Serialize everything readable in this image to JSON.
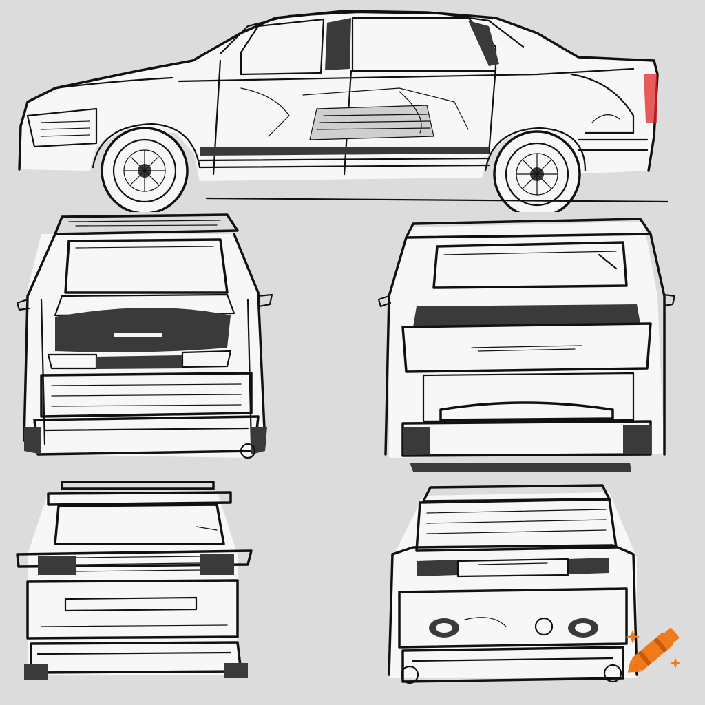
{
  "illustration": {
    "views": [
      {
        "id": "side",
        "icon": "car-side-view"
      },
      {
        "id": "front-left",
        "icon": "car-front-view"
      },
      {
        "id": "rear-right",
        "icon": "car-rear-view"
      },
      {
        "id": "front-bottom-left",
        "icon": "car-front-view"
      },
      {
        "id": "rear-bottom-right",
        "icon": "car-rear-view"
      }
    ],
    "colors": {
      "background": "#dcdcdc",
      "ink": "#111111",
      "tail_light": "#e0282a",
      "logo_orange": "#f07a1a"
    }
  },
  "watermark": {
    "icon": "crayon-logo-icon"
  }
}
